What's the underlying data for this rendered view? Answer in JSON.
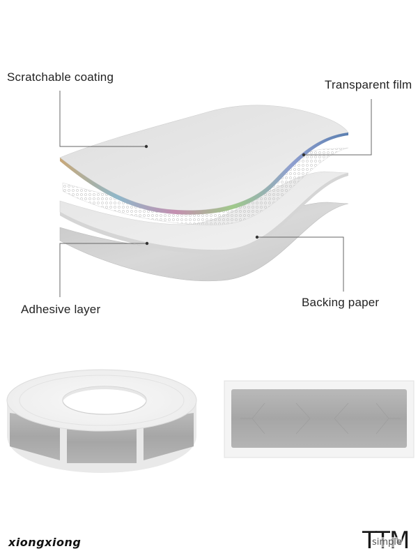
{
  "labels": {
    "scratchable_coating": "Scratchable coating",
    "transparent_film": "Transparent film",
    "adhesive_layer": "Adhesive layer",
    "backing_paper": "Backing paper"
  },
  "watermark": {
    "left": "xiongxiong",
    "right_large": "TTM",
    "right_small": "simple"
  },
  "colors": {
    "scratch_silver": "#a9a9a9",
    "film_white": "#e9e9e9",
    "adhesive_gray": "#cfcfcf",
    "leader_line": "#666666"
  }
}
